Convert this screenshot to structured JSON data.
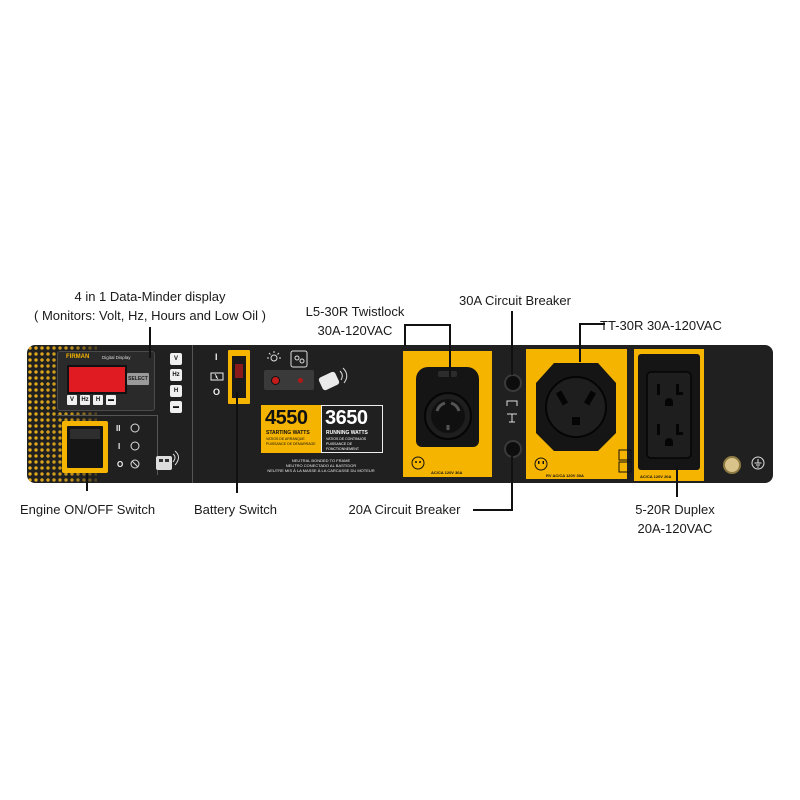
{
  "callouts": {
    "display_line1": "4 in 1 Data-Minder display",
    "display_line2": "( Monitors: Volt, Hz, Hours and Low Oil )",
    "twistlock_line1": "L5-30R Twistlock",
    "twistlock_line2": "30A-120VAC",
    "breaker30": "30A Circuit Breaker",
    "tt30r": "TT-30R  30A-120VAC",
    "engine_switch": "Engine ON/OFF Switch",
    "battery_switch": "Battery Switch",
    "breaker20": "20A Circuit Breaker",
    "duplex_line1": "5-20R Duplex",
    "duplex_line2": "20A-120VAC"
  },
  "display": {
    "brand": "FIRMAN",
    "subtitle": "Digital Display",
    "select_label": "SELECT",
    "keys": [
      "V",
      "Hz",
      "H",
      "▬"
    ],
    "indicators": [
      "V",
      "Hz",
      "H",
      "▬"
    ],
    "screen_color": "#e11b22"
  },
  "battery_switch": {
    "on_symbol": "I",
    "off_symbol": "O"
  },
  "engine_switch": {
    "symbols": [
      "II",
      "I",
      "O"
    ]
  },
  "ratings": {
    "starting_watts": "4550",
    "starting_label": "STARTING WATTS",
    "starting_label_es": "VATIOS DE ARRANQUE",
    "starting_label_fr": "PUISSANCE DE DÉMARRAGE",
    "running_watts": "3650",
    "running_label": "RUNNING WATTS",
    "running_label_es": "VATIOS DE CONTINUOS",
    "running_label_fr": "PUISSANCE DE FONCTIONNEMENT",
    "neutral_en": "NEUTRAL BONDED TO FRAME",
    "neutral_es": "NEUTRO CONECTADO AL BASTIDOR",
    "neutral_fr": "NEUTRE MIS À LA MASSE À LA CARCASSE DU MOTEUR"
  },
  "outlets": {
    "twistlock_label": "AC/CA 120V 30A",
    "rv_label": "RV AC/CA 120V 30A",
    "duplex_label": "AC/CA 120V 20A"
  },
  "colors": {
    "panel": "#202020",
    "accent_yellow": "#f5b400",
    "text": "#1a1a1a"
  }
}
